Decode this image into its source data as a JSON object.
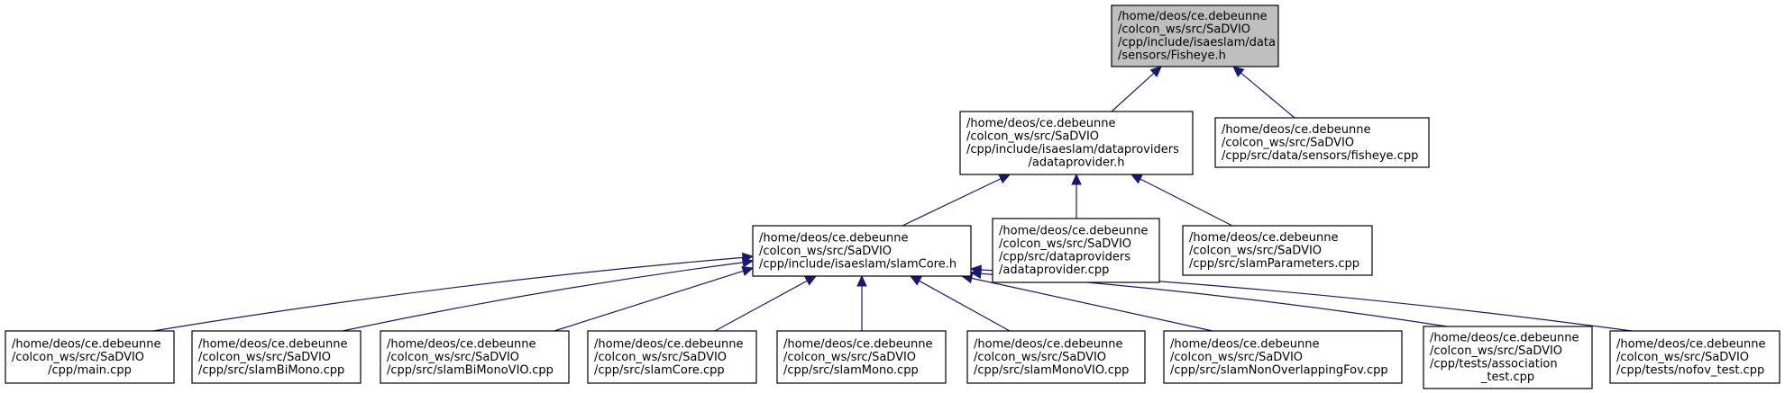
{
  "graph": {
    "root": "fisheye_h",
    "nodes": [
      {
        "id": "fisheye_h",
        "lines": [
          "/home/deos/ce.debeunne",
          "/colcon_ws/src/SaDVIO",
          "/cpp/include/isaeslam/data",
          "/sensors/Fisheye.h"
        ]
      },
      {
        "id": "adataprovider_h",
        "lines": [
          "/home/deos/ce.debeunne",
          "/colcon_ws/src/SaDVIO",
          "/cpp/include/isaeslam/dataproviders",
          "/adataprovider.h"
        ]
      },
      {
        "id": "fisheye_cpp",
        "lines": [
          "/home/deos/ce.debeunne",
          "/colcon_ws/src/SaDVIO",
          "/cpp/src/data/sensors/fisheye.cpp"
        ]
      },
      {
        "id": "slamcore_h",
        "lines": [
          "/home/deos/ce.debeunne",
          "/colcon_ws/src/SaDVIO",
          "/cpp/include/isaeslam/slamCore.h"
        ]
      },
      {
        "id": "adataprovider_cpp",
        "lines": [
          "/home/deos/ce.debeunne",
          "/colcon_ws/src/SaDVIO",
          "/cpp/src/dataproviders",
          "/adataprovider.cpp"
        ]
      },
      {
        "id": "slamparameters_cpp",
        "lines": [
          "/home/deos/ce.debeunne",
          "/colcon_ws/src/SaDVIO",
          "/cpp/src/slamParameters.cpp"
        ]
      },
      {
        "id": "main_cpp",
        "lines": [
          "/home/deos/ce.debeunne",
          "/colcon_ws/src/SaDVIO",
          "/cpp/main.cpp"
        ]
      },
      {
        "id": "slambimono_cpp",
        "lines": [
          "/home/deos/ce.debeunne",
          "/colcon_ws/src/SaDVIO",
          "/cpp/src/slamBiMono.cpp"
        ]
      },
      {
        "id": "slambimonovio_cpp",
        "lines": [
          "/home/deos/ce.debeunne",
          "/colcon_ws/src/SaDVIO",
          "/cpp/src/slamBiMonoVIO.cpp"
        ]
      },
      {
        "id": "slamcore_cpp",
        "lines": [
          "/home/deos/ce.debeunne",
          "/colcon_ws/src/SaDVIO",
          "/cpp/src/slamCore.cpp"
        ]
      },
      {
        "id": "slammono_cpp",
        "lines": [
          "/home/deos/ce.debeunne",
          "/colcon_ws/src/SaDVIO",
          "/cpp/src/slamMono.cpp"
        ]
      },
      {
        "id": "slammonovio_cpp",
        "lines": [
          "/home/deos/ce.debeunne",
          "/colcon_ws/src/SaDVIO",
          "/cpp/src/slamMonoVIO.cpp"
        ]
      },
      {
        "id": "slamnonoverlapping_cpp",
        "lines": [
          "/home/deos/ce.debeunne",
          "/colcon_ws/src/SaDVIO",
          "/cpp/src/slamNonOverlappingFov.cpp"
        ]
      },
      {
        "id": "association_test_cpp",
        "lines": [
          "/home/deos/ce.debeunne",
          "/colcon_ws/src/SaDVIO",
          "/cpp/tests/association",
          "_test.cpp"
        ]
      },
      {
        "id": "nofov_test_cpp",
        "lines": [
          "/home/deos/ce.debeunne",
          "/colcon_ws/src/SaDVIO",
          "/cpp/tests/nofov_test.cpp"
        ]
      }
    ],
    "edges": [
      {
        "from": "adataprovider_h",
        "to": "fisheye_h"
      },
      {
        "from": "fisheye_cpp",
        "to": "fisheye_h"
      },
      {
        "from": "slamcore_h",
        "to": "adataprovider_h"
      },
      {
        "from": "adataprovider_cpp",
        "to": "adataprovider_h"
      },
      {
        "from": "slamparameters_cpp",
        "to": "adataprovider_h"
      },
      {
        "from": "main_cpp",
        "to": "slamcore_h"
      },
      {
        "from": "slambimono_cpp",
        "to": "slamcore_h"
      },
      {
        "from": "slambimonovio_cpp",
        "to": "slamcore_h"
      },
      {
        "from": "slamcore_cpp",
        "to": "slamcore_h"
      },
      {
        "from": "slammono_cpp",
        "to": "slamcore_h"
      },
      {
        "from": "slammonovio_cpp",
        "to": "slamcore_h"
      },
      {
        "from": "slamnonoverlapping_cpp",
        "to": "slamcore_h"
      },
      {
        "from": "association_test_cpp",
        "to": "slamcore_h"
      },
      {
        "from": "nofov_test_cpp",
        "to": "slamcore_h"
      }
    ],
    "colors": {
      "edge": "#191970",
      "node_border": "#000000",
      "root_fill": "#bfbfbf",
      "node_fill": "#ffffff"
    }
  }
}
